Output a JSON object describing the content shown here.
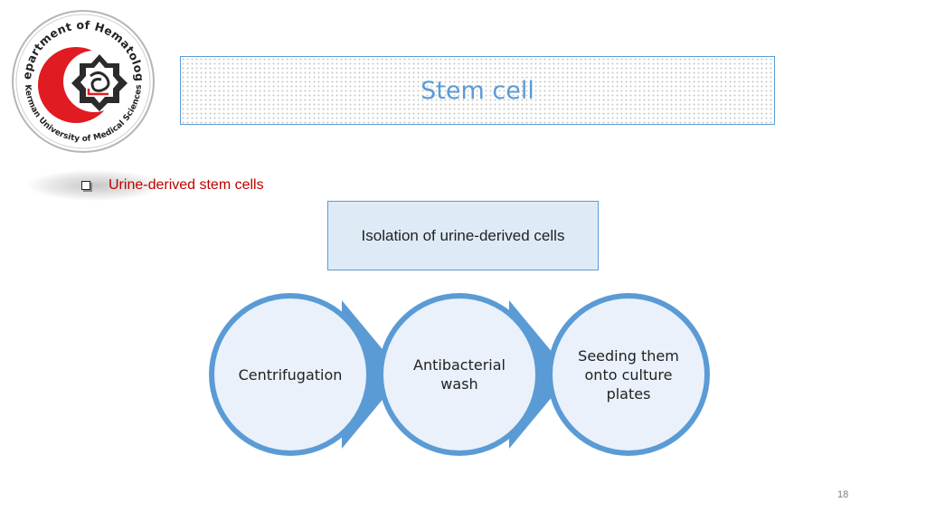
{
  "logo": {
    "top_text": "Department of Hematology",
    "bottom_text": "Kerman University of Medical Sciences",
    "accent_color": "#e11b22"
  },
  "title": "Stem cell",
  "bullet": {
    "icon": "checkbox-square-icon",
    "text": "Urine-derived stem cells"
  },
  "isolation_box": {
    "text": "Isolation of urine-derived cells"
  },
  "process_steps": [
    {
      "label_lines": [
        "Centrifugation"
      ]
    },
    {
      "label_lines": [
        "Antibacterial",
        "wash"
      ]
    },
    {
      "label_lines": [
        "Seeding them",
        "onto culture",
        "plates"
      ]
    }
  ],
  "page_number": "18",
  "colors": {
    "accent_blue": "#5b9bd5",
    "circle_fill": "#eaf1fa",
    "box_fill": "#deebf7",
    "bullet_text": "#c00000"
  }
}
